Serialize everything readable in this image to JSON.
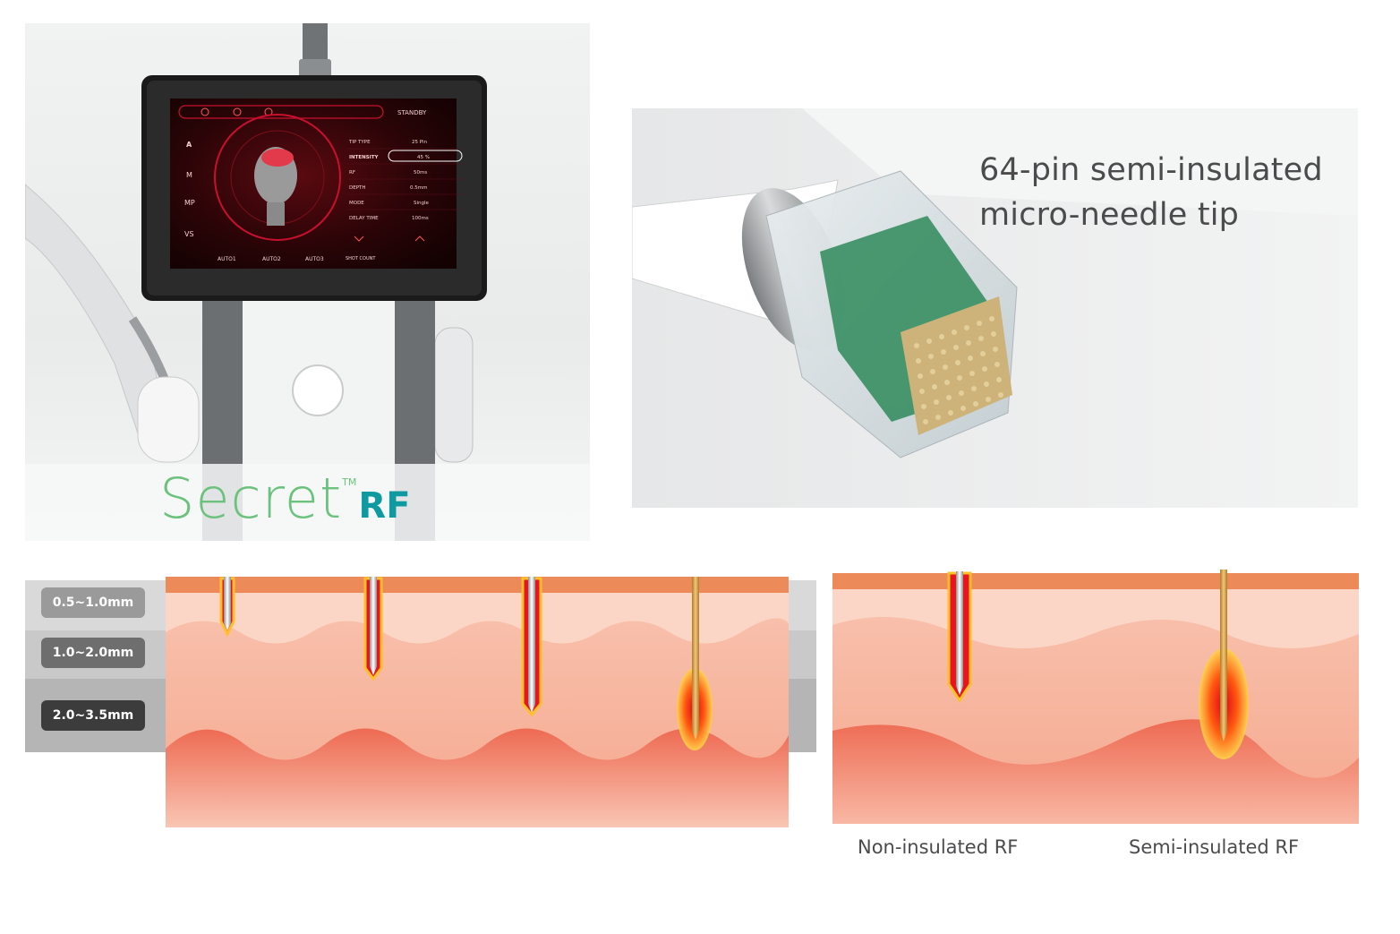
{
  "device": {
    "screen": {
      "status": "STANDBY",
      "modes": [
        "A",
        "M",
        "MP",
        "VS"
      ],
      "params": [
        {
          "label": "TIP TYPE",
          "value": "25 Pin"
        },
        {
          "label": "INTENSITY",
          "value": "45 %"
        },
        {
          "label": "RF",
          "value": "50ms"
        },
        {
          "label": "DEPTH",
          "value": "0.5mm"
        },
        {
          "label": "MODE",
          "value": "Single"
        },
        {
          "label": "DELAY TIME",
          "value": "100ms"
        }
      ],
      "bottom_tabs": [
        "AUTO1",
        "AUTO2",
        "AUTO3",
        "SHOT COUNT"
      ]
    },
    "brand": {
      "name": "Secret",
      "tm": "TM",
      "suffix": "RF"
    },
    "colors": {
      "brand_green": "#6cc27d",
      "brand_teal": "#0f9aa2",
      "screen_red": "#c8102e"
    }
  },
  "tip": {
    "caption_line1": "64-pin semi-insulated",
    "caption_line2": "micro-needle tip"
  },
  "depth": {
    "labels": [
      "0.5~1.0mm",
      "1.0~2.0mm",
      "2.0~3.5mm"
    ]
  },
  "comparison": {
    "left_label": "Non-insulated RF",
    "right_label": "Semi-insulated RF"
  }
}
